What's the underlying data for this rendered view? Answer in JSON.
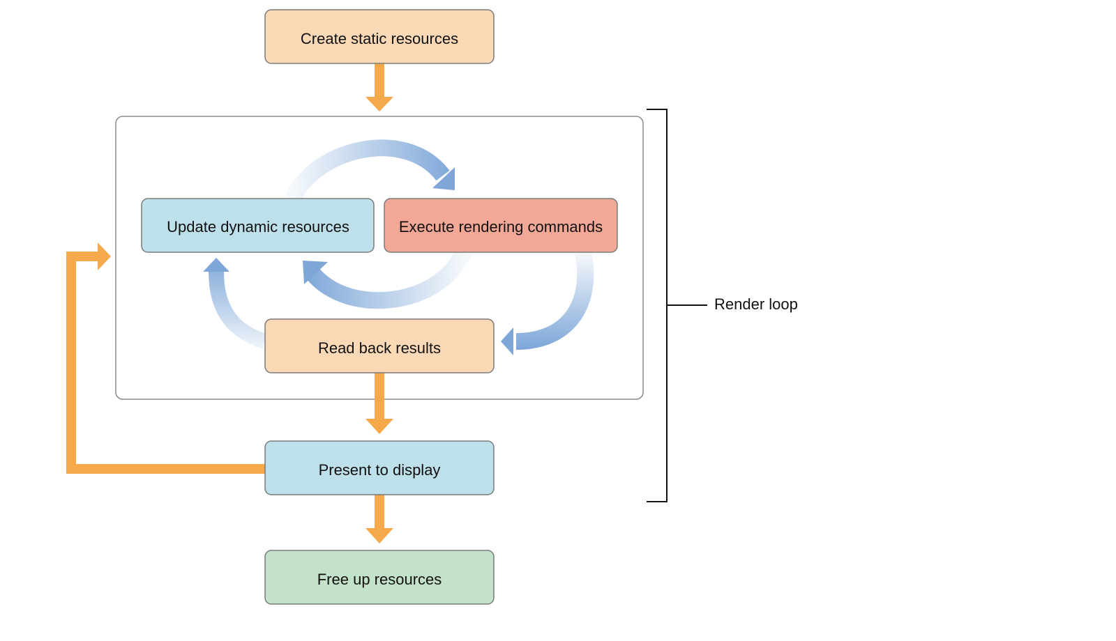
{
  "title": "Render loop flow diagram",
  "colors": {
    "peach": "#fbd9b7",
    "light_blue": "#bde0ea",
    "salmon": "#f2a896",
    "green": "#c4e1c9",
    "orange_arrow": "#f5a94b",
    "blue_arrow": "#7ea7d8",
    "border": "#7a7a7a"
  },
  "nodes": {
    "create_static": {
      "label": "Create static resources"
    },
    "update_dynamic": {
      "label": "Update dynamic resources"
    },
    "execute_rendering": {
      "label": "Execute rendering commands"
    },
    "read_back": {
      "label": "Read back results"
    },
    "present": {
      "label": "Present to display"
    },
    "free_up": {
      "label": "Free up resources"
    }
  },
  "group": {
    "label": "Render loop"
  },
  "edges": [
    {
      "from": "Create static resources",
      "to": "Render loop",
      "style": "orange"
    },
    {
      "from": "Update dynamic resources",
      "to": "Execute rendering commands",
      "style": "blue-curve"
    },
    {
      "from": "Execute rendering commands",
      "to": "Update dynamic resources",
      "style": "blue-curve"
    },
    {
      "from": "Execute rendering commands",
      "to": "Read back results",
      "style": "blue-curve"
    },
    {
      "from": "Read back results",
      "to": "Update dynamic resources",
      "style": "blue-curve"
    },
    {
      "from": "Read back results",
      "to": "Present to display",
      "style": "orange"
    },
    {
      "from": "Present to display",
      "to": "Render loop",
      "style": "orange-loop"
    },
    {
      "from": "Present to display",
      "to": "Free up resources",
      "style": "orange"
    }
  ]
}
